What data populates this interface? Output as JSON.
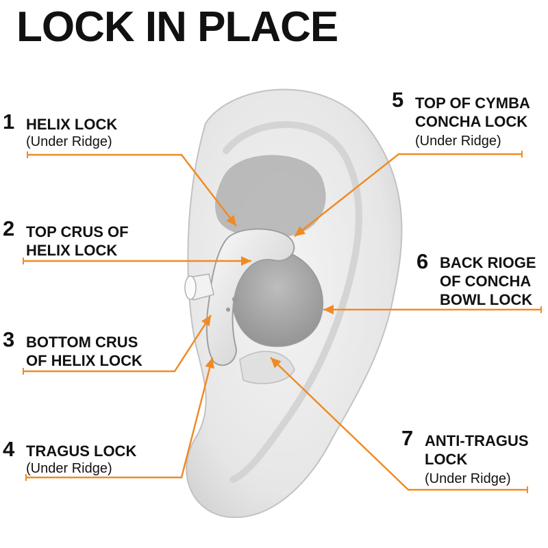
{
  "title": "LOCK IN PLACE",
  "accent_color": "#f08a24",
  "callouts": [
    {
      "number": "1",
      "label": [
        "HELIX LOCK"
      ],
      "note": "(Under Ridge)"
    },
    {
      "number": "2",
      "label": [
        "TOP CRUS OF",
        "HELIX LOCK"
      ],
      "note": ""
    },
    {
      "number": "3",
      "label": [
        "BOTTOM CRUS",
        "OF HELIX LOCK"
      ],
      "note": ""
    },
    {
      "number": "4",
      "label": [
        "TRAGUS LOCK"
      ],
      "note": "(Under Ridge)"
    },
    {
      "number": "5",
      "label": [
        "TOP OF CYMBA",
        "CONCHA LOCK"
      ],
      "note": "(Under Ridge)"
    },
    {
      "number": "6",
      "label": [
        "BACK RIOGE",
        "OF CONCHA",
        "BOWL LOCK"
      ],
      "note": ""
    },
    {
      "number": "7",
      "label": [
        "ANTI-TRAGUS",
        "LOCK"
      ],
      "note": "(Under Ridge)"
    }
  ]
}
